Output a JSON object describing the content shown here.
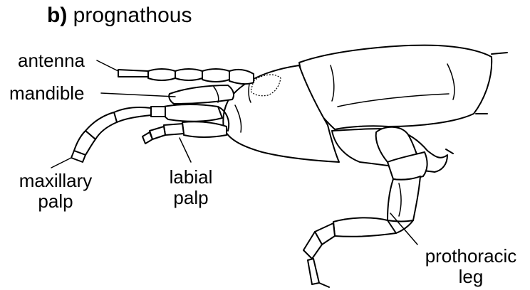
{
  "panel": {
    "letter": "b)",
    "title": "prognathous"
  },
  "labels": {
    "antenna": "antenna",
    "mandible": "mandible",
    "maxillary_palp": [
      "maxillary",
      "palp"
    ],
    "labial_palp": [
      "labial",
      "palp"
    ],
    "prothoracic_leg": [
      "prothoracic",
      "leg"
    ]
  }
}
